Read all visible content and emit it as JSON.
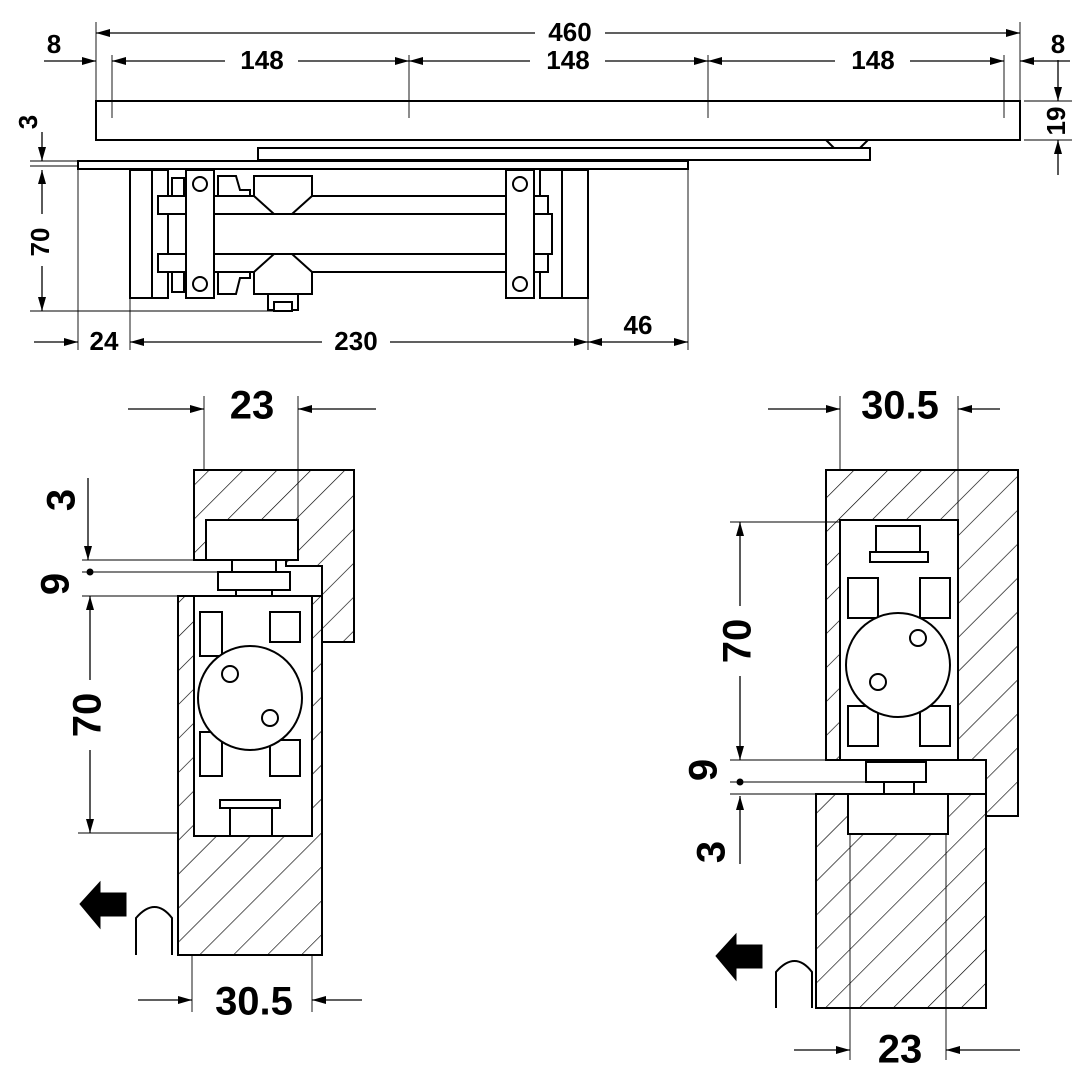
{
  "top_view": {
    "dim_overall": "460",
    "dim_segment_1": "148",
    "dim_segment_2": "148",
    "dim_segment_3": "148",
    "dim_offset_left": "8",
    "dim_offset_right": "8",
    "dim_rail_height": "19",
    "dim_gap": "3",
    "dim_body_height": "70",
    "dim_inset": "24",
    "dim_body_length": "230",
    "dim_tail": "46"
  },
  "left_section": {
    "dim_top_width": "23",
    "dim_gap": "3",
    "dim_spacer": "9",
    "dim_body_height": "70",
    "dim_bottom_width": "30.5"
  },
  "right_section": {
    "dim_top_width": "30.5",
    "dim_body_height": "70",
    "dim_spacer": "9",
    "dim_gap": "3",
    "dim_bottom_width": "23"
  }
}
